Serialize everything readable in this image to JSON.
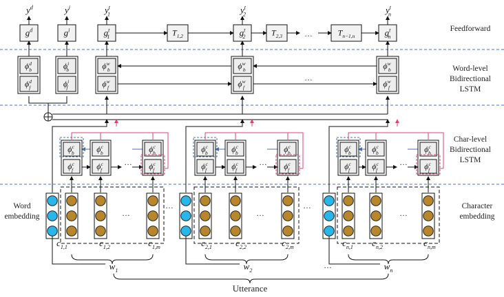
{
  "layers": {
    "feedforward": "Feedforward",
    "word_lstm_1": "Word-level",
    "word_lstm_2": "Bidirectional",
    "word_lstm_3": "LSTM",
    "char_lstm_1": "Char-level",
    "char_lstm_2": "Bidirectional",
    "char_lstm_3": "LSTM",
    "char_emb_1": "Character",
    "char_emb_2": "embedding",
    "word_emb_1": "Word",
    "word_emb_2": "embedding",
    "utterance": "Utterance"
  },
  "colors": {
    "word_emb": "#29b6e8",
    "char_emb": "#b8862b",
    "pink": "#e0407f",
    "blue": "#4a6fb0",
    "divider": "#3e6fd8"
  }
}
